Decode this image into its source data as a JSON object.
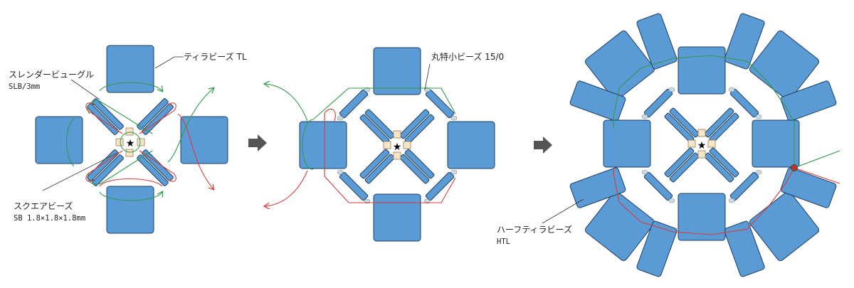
{
  "labels": {
    "tila_name": "ティラビーズ TL",
    "slender_name": "スレンダービューグル",
    "slender_sub": "SLB/3mm",
    "square_name": "スクエアビーズ",
    "square_sub": "SB 1.8×1.8×1.8mm",
    "maru_name": "丸特小ビーズ 15/0",
    "halftila_name": "ハーフティラビーズ",
    "halftila_sub": "HTL"
  },
  "center_mark": "★",
  "colors": {
    "tile": "#5b9bd5",
    "outline": "#1f3f60",
    "thread_green": "#2e9a4a",
    "thread_red": "#d93a3a",
    "square_bead": "#f6e6c8",
    "step_arrow": "#555555"
  }
}
